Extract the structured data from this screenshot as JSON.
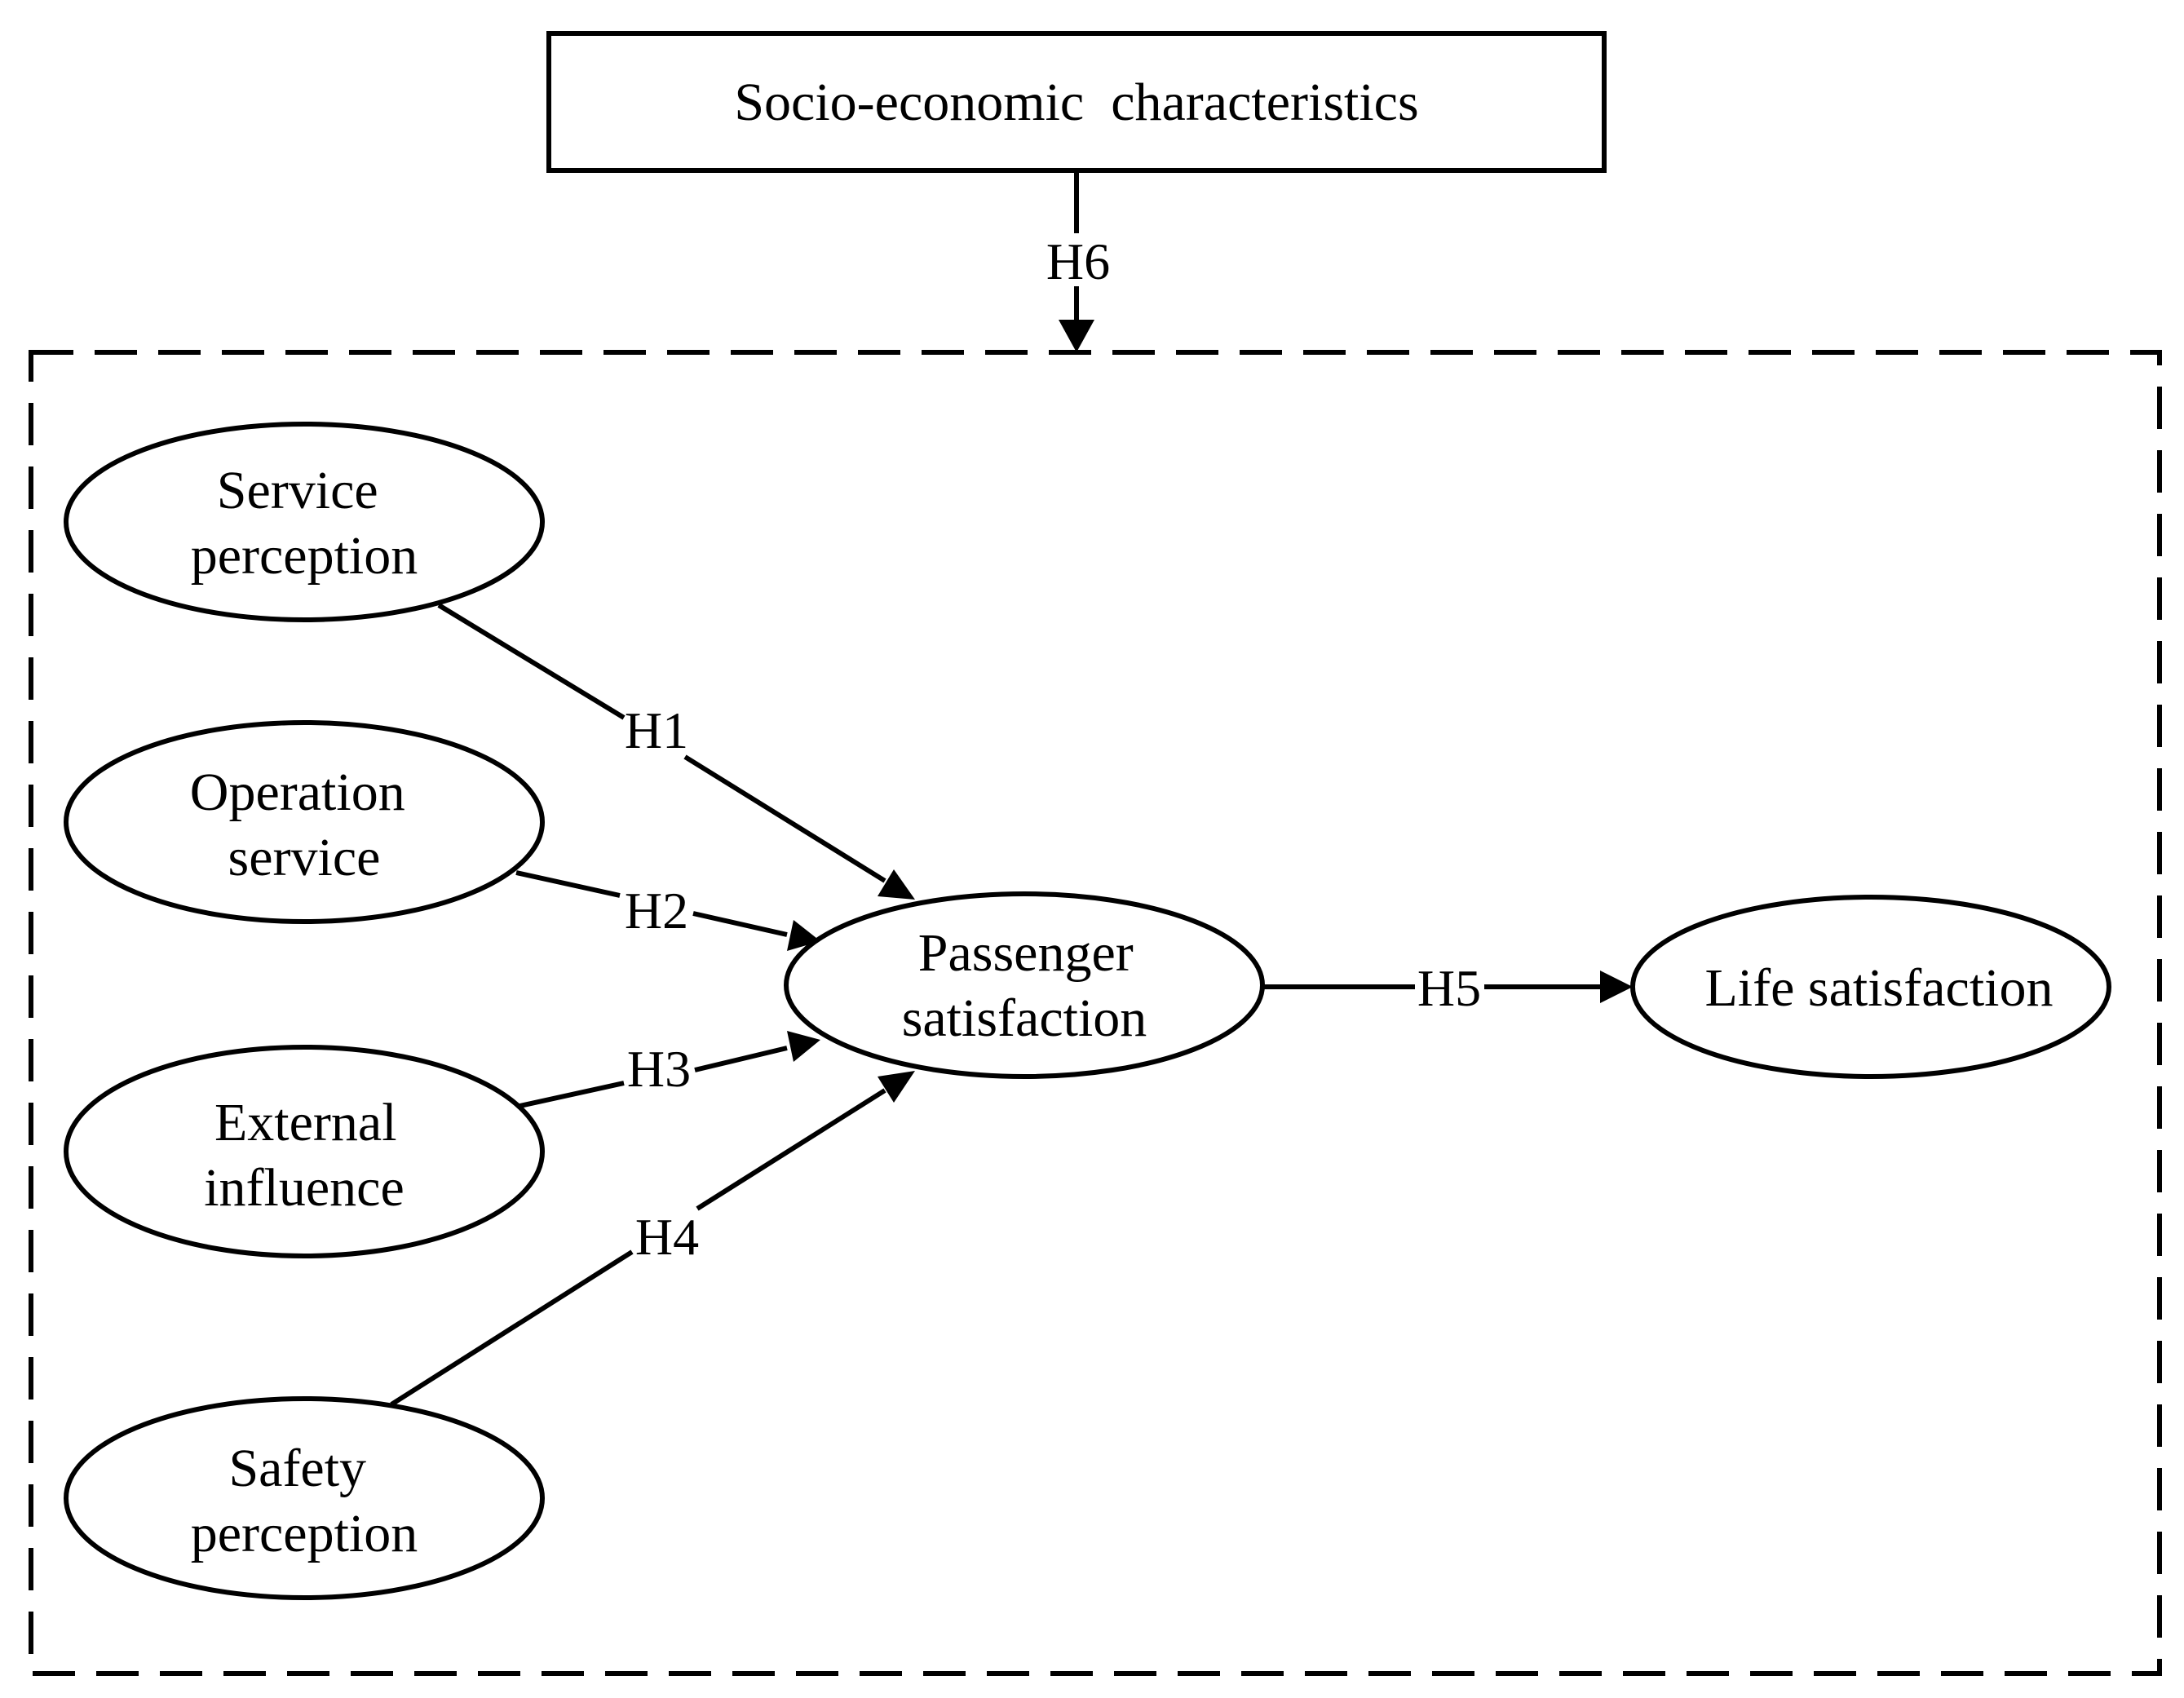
{
  "moderator": {
    "label": "Socio-economic  characteristics",
    "edge_label": "H6"
  },
  "constructs": {
    "service_perception": [
      "Service",
      "perception"
    ],
    "operation_service": [
      "Operation",
      "service"
    ],
    "external_influence": [
      "External",
      "influence"
    ],
    "safety_perception": [
      "Safety",
      "perception"
    ],
    "passenger_satisfaction": [
      "Passenger",
      "satisfaction"
    ],
    "life_satisfaction": "Life satisfaction"
  },
  "hypotheses": {
    "h1": "H1",
    "h2": "H2",
    "h3": "H3",
    "h4": "H4",
    "h5": "H5"
  }
}
